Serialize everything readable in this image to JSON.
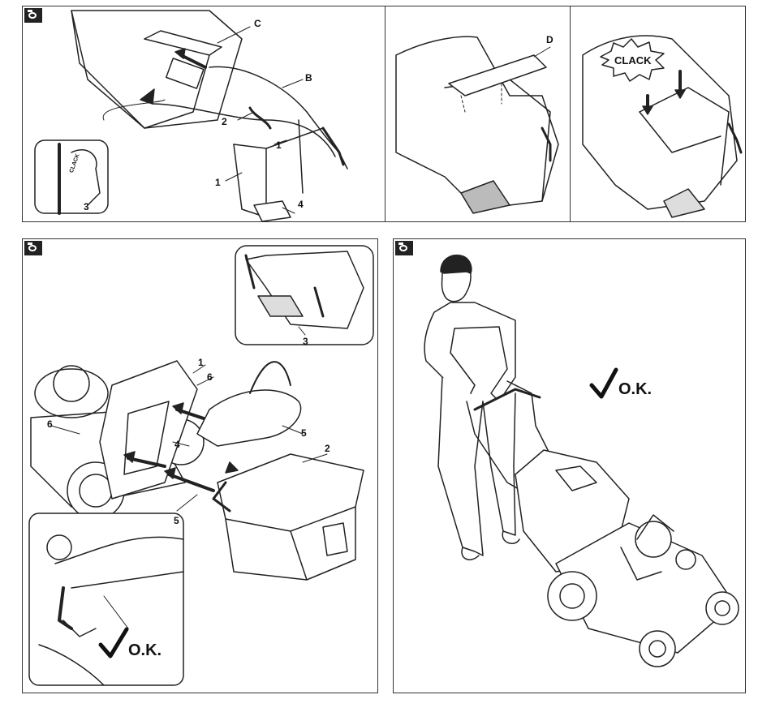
{
  "figures": {
    "top": {
      "labels": {
        "c": "C",
        "b": "B",
        "two": "2",
        "one_a": "1",
        "one_b": "1",
        "three": "3",
        "four": "4",
        "d": "D"
      },
      "clack_inset": "CLACK",
      "clack_burst": "CLACK"
    },
    "bottom_left": {
      "labels": {
        "one": "1",
        "six_a": "6",
        "six_b": "6",
        "four": "4",
        "five_a": "5",
        "five_b": "5",
        "two": "2",
        "three": "3"
      },
      "ok": "O.K."
    },
    "bottom_right": {
      "ok": "O.K."
    }
  },
  "icons": [
    "camera-icon",
    "check-icon",
    "arrow-icon"
  ],
  "colors": {
    "line": "#222222",
    "border": "#333333",
    "shade": "#bbbbbb",
    "background": "#ffffff"
  }
}
